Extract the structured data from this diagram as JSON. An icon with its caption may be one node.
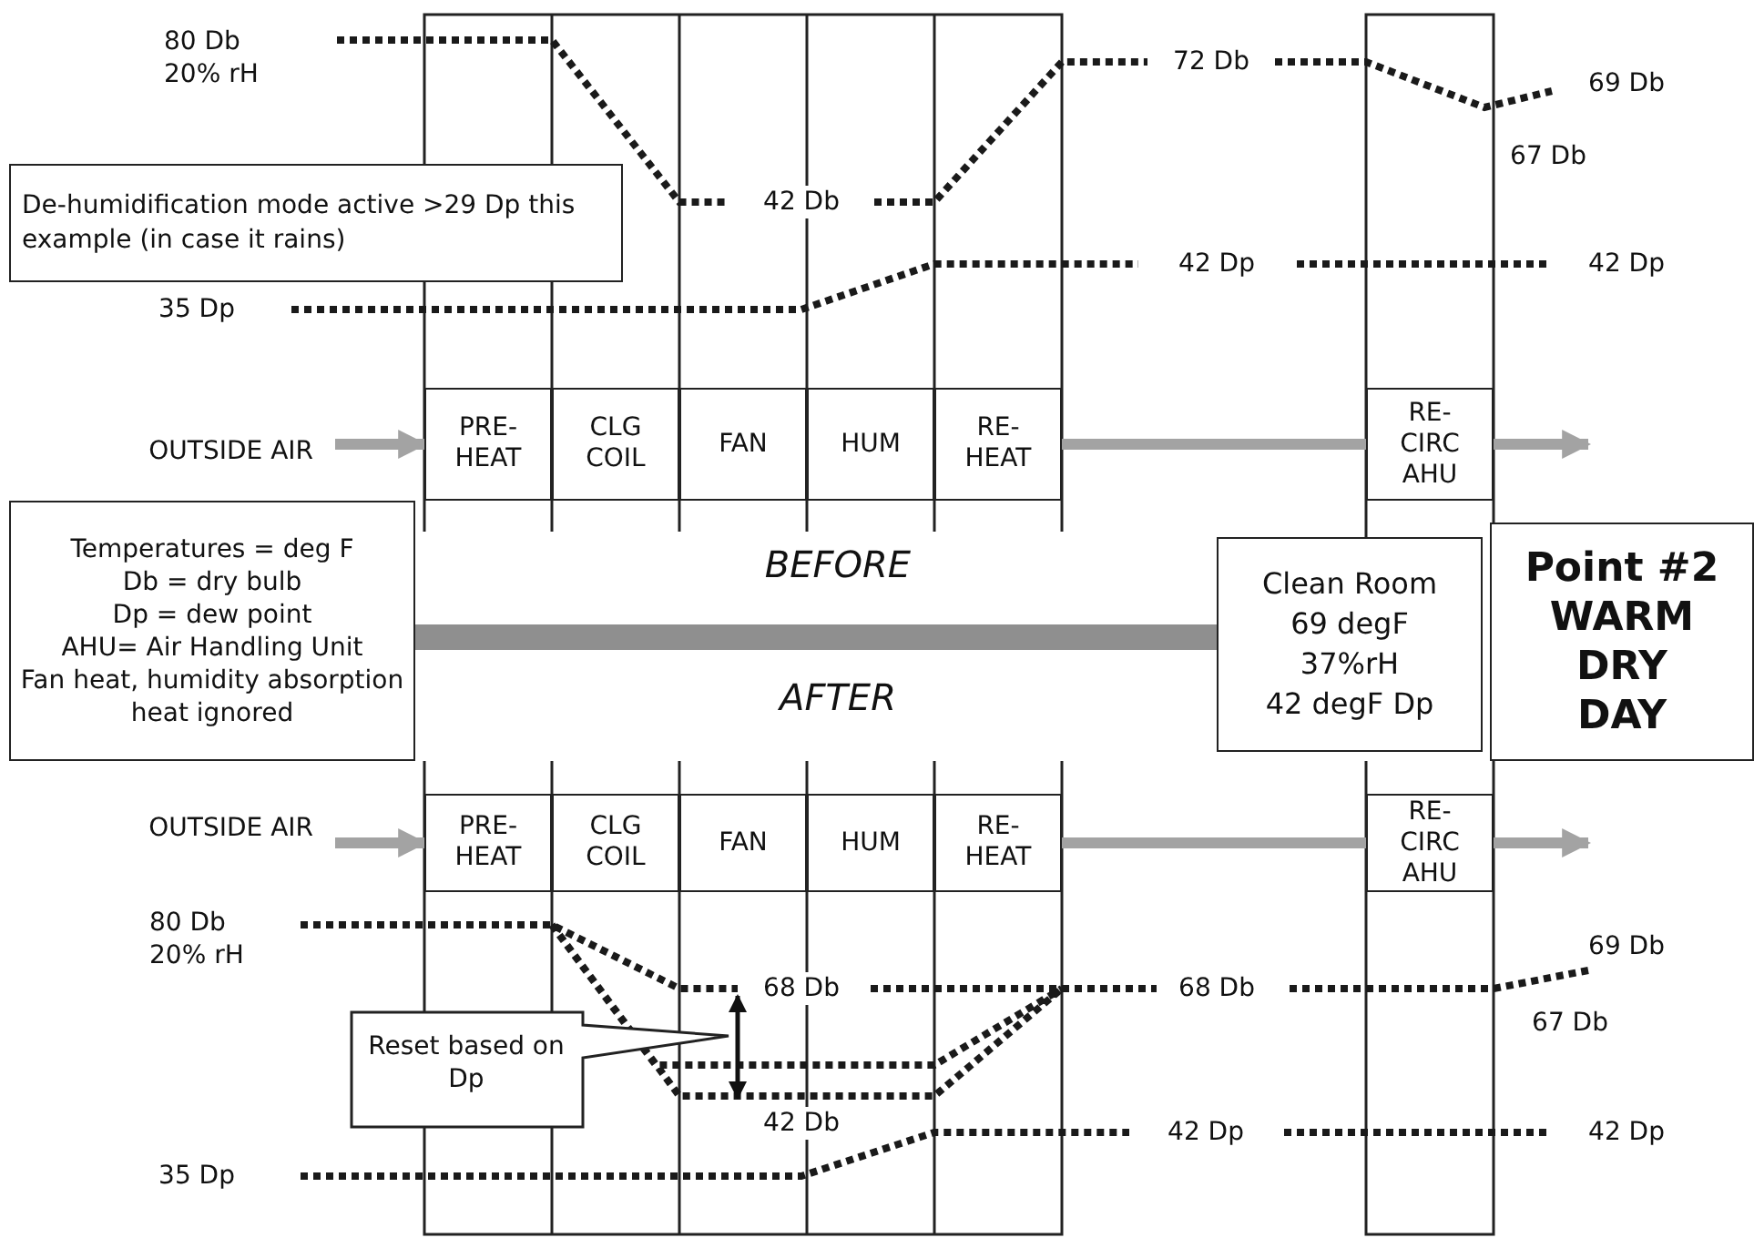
{
  "diagram": {
    "nodes": [
      {
        "text": [
          "OUTSIDE AIR"
        ]
      },
      {
        "text": [
          "PRE- HEAT"
        ]
      },
      {
        "text": [
          "CLG COIL"
        ]
      },
      {
        "text": [
          "FAN"
        ]
      },
      {
        "text": [
          "HUM"
        ]
      },
      {
        "text": [
          "RE- HEAT"
        ]
      },
      {
        "text": [
          "RE- CIRC AHU"
        ]
      },
      {
        "text": [
          "De-humidification mode active >29 Dp this example (in case it rains)"
        ]
      },
      {
        "text": [
          "Temperatures = deg F",
          "Db = dry bulb",
          "Dp = dew point",
          "AHU= Air Handling Unit",
          "Fan heat, humidity absorption heat ignored"
        ]
      },
      {
        "text": [
          "Clean Room",
          "69 degF",
          "37%rH",
          "42 degF Dp"
        ]
      },
      {
        "text": [
          "Point #2",
          "WARM DRY DAY"
        ]
      },
      {
        "text": [
          "OUTSIDE AIR"
        ]
      },
      {
        "text": [
          "PRE- HEAT"
        ]
      },
      {
        "text": [
          "CLG COIL"
        ]
      },
      {
        "text": [
          "FAN"
        ]
      },
      {
        "text": [
          "HUM"
        ]
      },
      {
        "text": [
          "RE- HEAT"
        ]
      },
      {
        "text": [
          "RE- CIRC AHU"
        ]
      },
      {
        "text": [
          "Reset based on Dp"
        ]
      },
      {
        "text": [],
        "shape": "bar"
      }
    ],
    "edges": [
      {
        "from": 0,
        "to": 1,
        "arrow": "to"
      },
      {
        "from": 5,
        "to": 6,
        "arrow": "none"
      },
      {
        "from": 6,
        "to": null,
        "arrow": "to"
      },
      {
        "from": 11,
        "to": 12,
        "arrow": "to"
      },
      {
        "from": 16,
        "to": 17,
        "arrow": "none"
      },
      {
        "from": 17,
        "to": null,
        "arrow": "to"
      }
    ],
    "labels": [
      "80 Db 20% rH",
      "72 Db",
      "69 Db",
      "67 Db",
      "42 Db",
      "42 Dp",
      "42 Dp",
      "35 Dp",
      "BEFORE",
      "AFTER",
      "80 Db 20% rH",
      "69 Db",
      "68 Db",
      "68 Db",
      "67 Db",
      "42 Db",
      "42 Dp",
      "42 Dp",
      "35 Dp"
    ]
  }
}
